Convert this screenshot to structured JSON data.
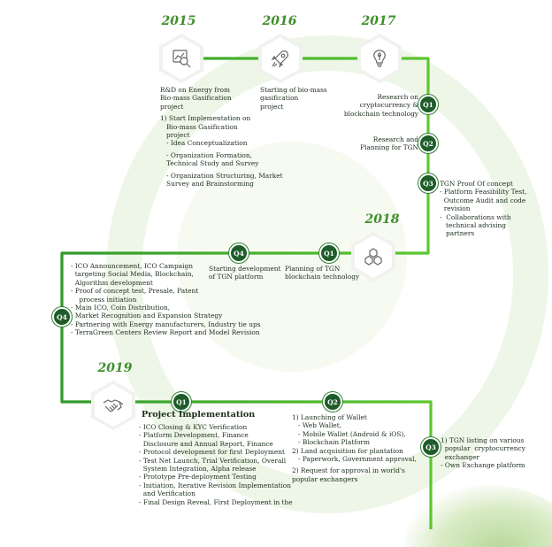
{
  "years": {
    "y2015": "2015",
    "y2016": "2016",
    "y2017": "2017",
    "y2018": "2018",
    "y2019": "2019"
  },
  "icons": {
    "y2015": "search-chart-icon",
    "y2016": "rocket-icon",
    "y2017": "lightbulb-leaf-icon",
    "y2018": "blockchain-hexagons-icon",
    "y2019": "handshake-icon"
  },
  "colors": {
    "line": "#58c22f",
    "badge": "#1e5c2a",
    "year": "#3f8f2a",
    "text": "#1d2e1d"
  },
  "quarters": {
    "q2017_1": "Q1",
    "q2017_2": "Q2",
    "q2017_3": "Q3",
    "q2018_1": "Q1",
    "q2018_4": "Q4",
    "q_left_4": "Q4",
    "q2019_1": "Q1",
    "q2019_2": "Q2",
    "q2019_3": "Q3"
  },
  "blocks": {
    "b2015": [
      "R&D on Energy from",
      "Bio-mass Gasification",
      "project",
      "",
      "1) Start Implementation on",
      "   Bio-mass Gasification",
      "   project",
      "   - Idea Conceptualization",
      "",
      "   - Organization Formation,",
      "   Technical Study and Survey",
      "",
      "   - Organization Structuring, Market",
      "   Survey and Brainstorming"
    ],
    "b2016": [
      "Starting of bio-mass",
      "gasification",
      "project"
    ],
    "b2017a": [
      "Research on",
      "cryptocurrency &",
      "blockchain technology"
    ],
    "b2017b": [
      "Research and",
      "Planning for TGN"
    ],
    "b2017c": [
      "TGN Proof Of concept",
      "- Platform Feasibility Test,",
      "  Outcome Audit and code",
      "  revision",
      "-  Collaborations with",
      "   technical advising",
      "   partners"
    ],
    "b2018q4": [
      "Starting development",
      "of TGN platform"
    ],
    "b2018q1": [
      "Planning of TGN",
      "blockchain technology"
    ],
    "bleft": [
      "- ICO Announcement, ICO Campaign",
      "  targeting Social Media, Blockchain,",
      "  Algorithm development",
      "- Proof of concept test, Presale, Patent",
      "    process initiation",
      "- Main ICO, Coin Distribution,",
      "  Market Recognition and Expansion Strategy",
      "- Partnering with Energy manufacturers, Industry tie ups",
      "- TerraGreen Centers Review Report and Model Revision"
    ],
    "b2019q1": [
      "- ICO Closing & KYC Verification",
      "- Platform Development, Finance",
      "  Disclosure and Annual Report, Finance",
      "- Protocol development for first Deployment",
      "- Test Net Launch, Trial Verification, Overall",
      "  System Integration, Alpha release",
      "- Prototype Pre-deployment Testing",
      "- Initiation, Iterative Revision Implementation",
      "  and Verification",
      "- Final Design Reveal, First Deployment in the"
    ],
    "b2019q2": [
      "1) Launching of Wallet",
      "   - Web Wallet,",
      "   - Mobile Wallet (Android & iOS),",
      "   - Blockchain Platform",
      "2) Land acquisition for plantation",
      "   - Paperwork, Government approval,",
      "",
      "2) Request for approval in world's",
      "popular exchangers"
    ],
    "b2019q3": [
      "1) TGN listing on various",
      "  popular  cryptocurrency",
      "  exchanger",
      "- Own Exchange platform"
    ]
  },
  "project_heading": "Project Implementation"
}
